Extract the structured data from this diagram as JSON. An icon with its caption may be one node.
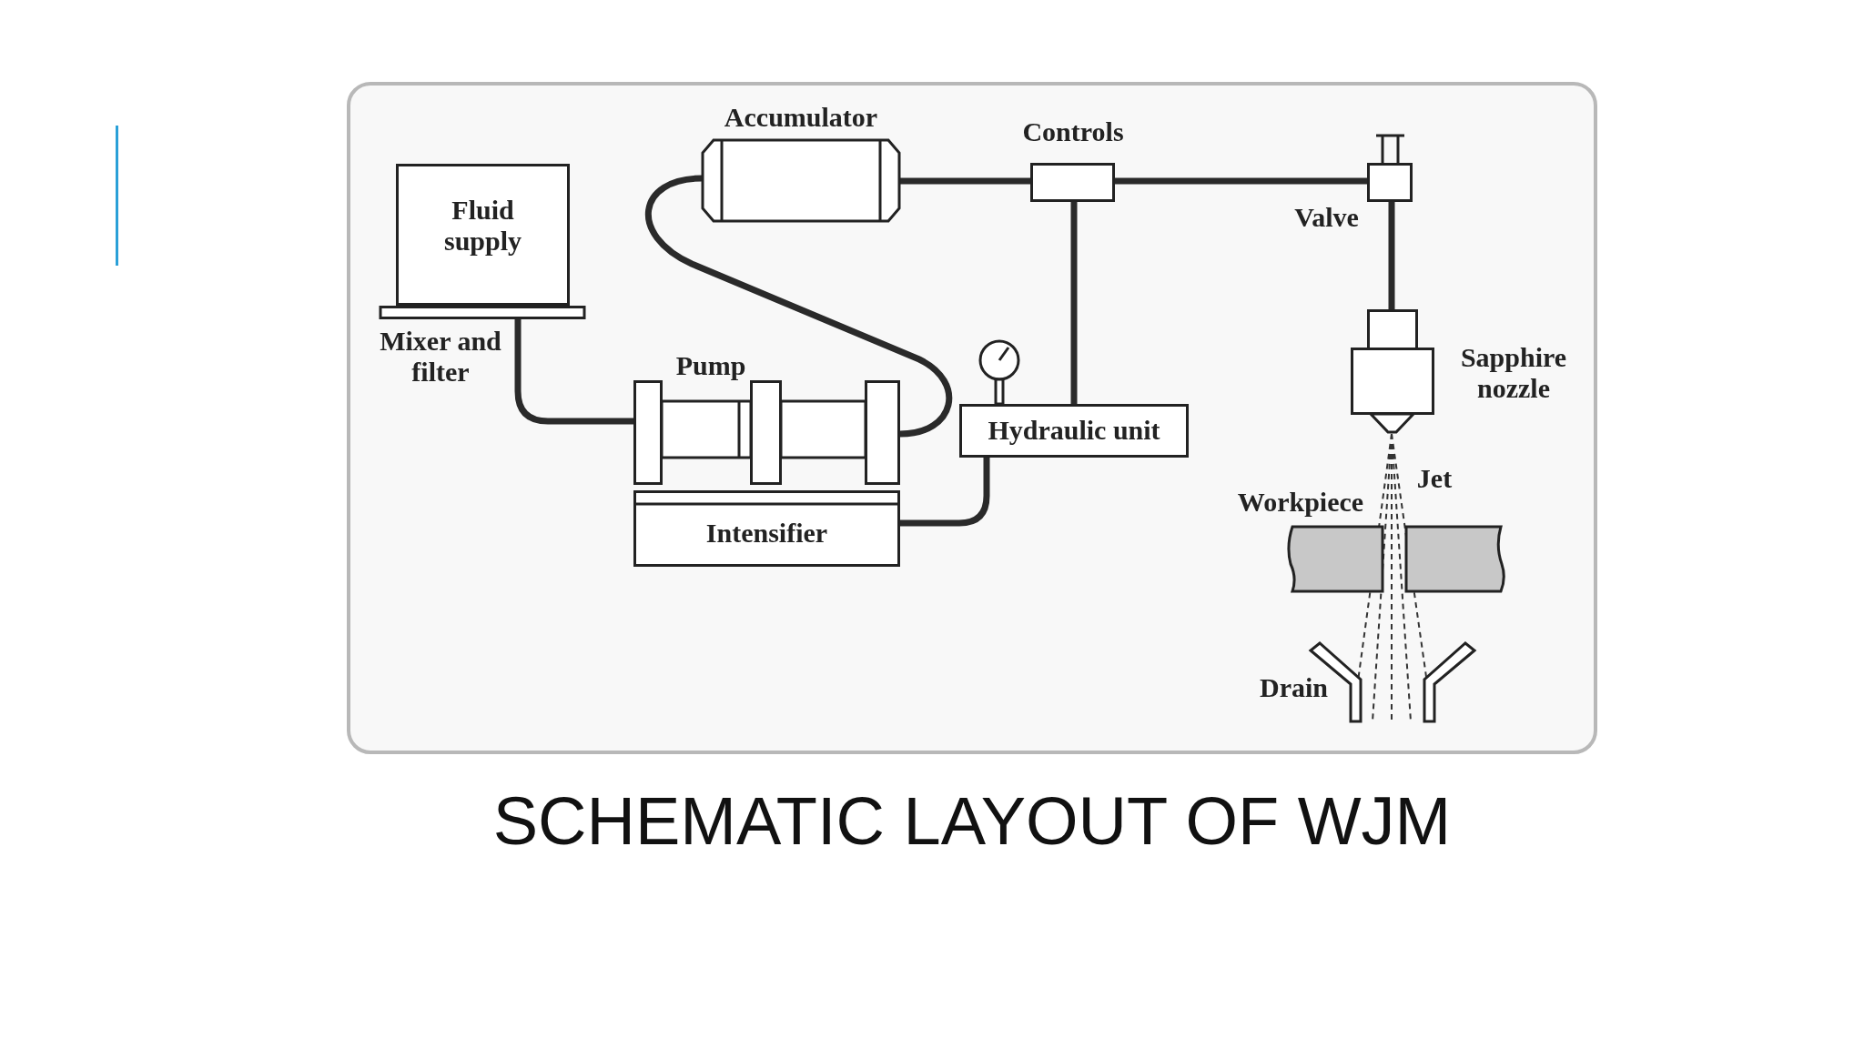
{
  "diagram": {
    "title": "SCHEMATIC LAYOUT OF WJM",
    "nodes": [
      {
        "text": [
          "Fluid supply"
        ]
      },
      {
        "text": [
          "Mixer and filter"
        ]
      },
      {
        "text": [
          "Accumulator"
        ]
      },
      {
        "text": [
          "Controls"
        ]
      },
      {
        "text": [
          "Valve"
        ]
      },
      {
        "text": [
          "Pump"
        ]
      },
      {
        "text": [
          "Hydraulic unit"
        ]
      },
      {
        "text": [
          "Intensifier"
        ]
      },
      {
        "text": [
          "Sapphire nozzle"
        ]
      },
      {
        "text": [
          "Jet"
        ]
      },
      {
        "text": [
          "Workpiece"
        ]
      },
      {
        "text": [
          "Drain"
        ]
      }
    ],
    "edges": [
      {
        "from": 1,
        "to": 5,
        "arrow": "none"
      },
      {
        "from": 5,
        "to": 2,
        "arrow": "none"
      },
      {
        "from": 2,
        "to": 3,
        "arrow": "none"
      },
      {
        "from": 3,
        "to": 4,
        "arrow": "none"
      },
      {
        "from": 3,
        "to": 6,
        "arrow": "none"
      },
      {
        "from": 6,
        "to": 7,
        "arrow": "none"
      },
      {
        "from": 4,
        "to": 8,
        "arrow": "none"
      }
    ]
  }
}
